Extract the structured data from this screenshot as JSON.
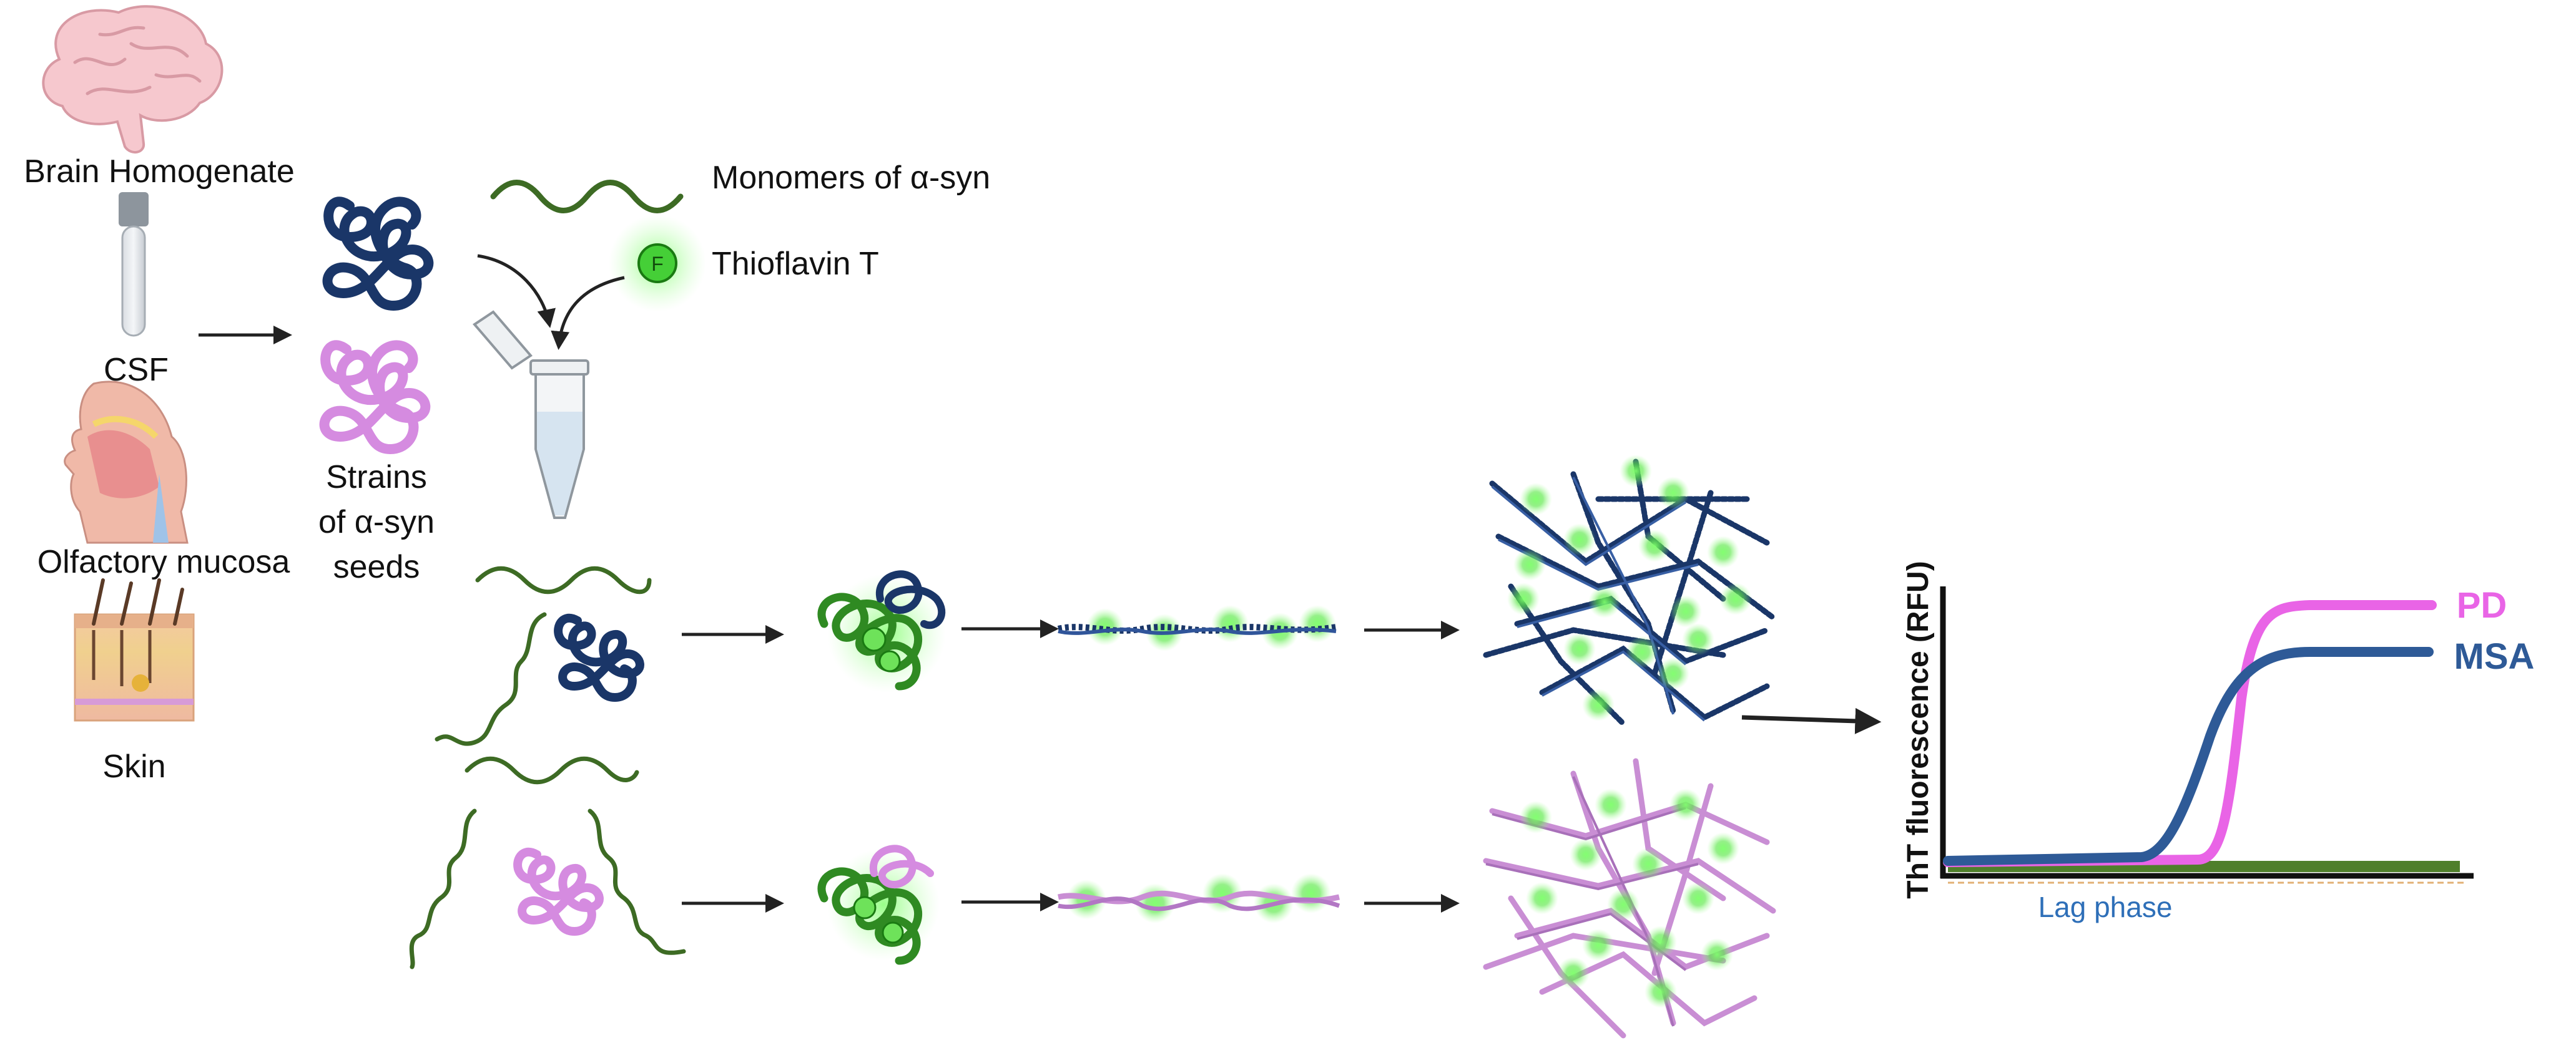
{
  "sources": {
    "brain": "Brain Homogenate",
    "csf": "CSF",
    "olfactory": "Olfactory mucosa",
    "skin": "Skin"
  },
  "seeds": {
    "line1": "Strains",
    "line2": "of α-syn",
    "line3": "seeds"
  },
  "reagents": {
    "monomers": "Monomers of α-syn",
    "tht": "Thioflavin T",
    "tht_letter": "F"
  },
  "colors": {
    "monomer_green": "#3d6b24",
    "seed_navy": "#1a3668",
    "seed_pink": "#d58be0",
    "tht_green": "#39d42a",
    "pd_magenta": "#e964e6",
    "msa_blue": "#2e5a97",
    "baseline_green": "#4f7f2b",
    "lag_blue": "#2e6fb8"
  },
  "chart": {
    "ylabel": "ThT fluorescence (RFU)",
    "lag_label": "Lag phase",
    "pd_label": "PD",
    "msa_label": "MSA"
  }
}
